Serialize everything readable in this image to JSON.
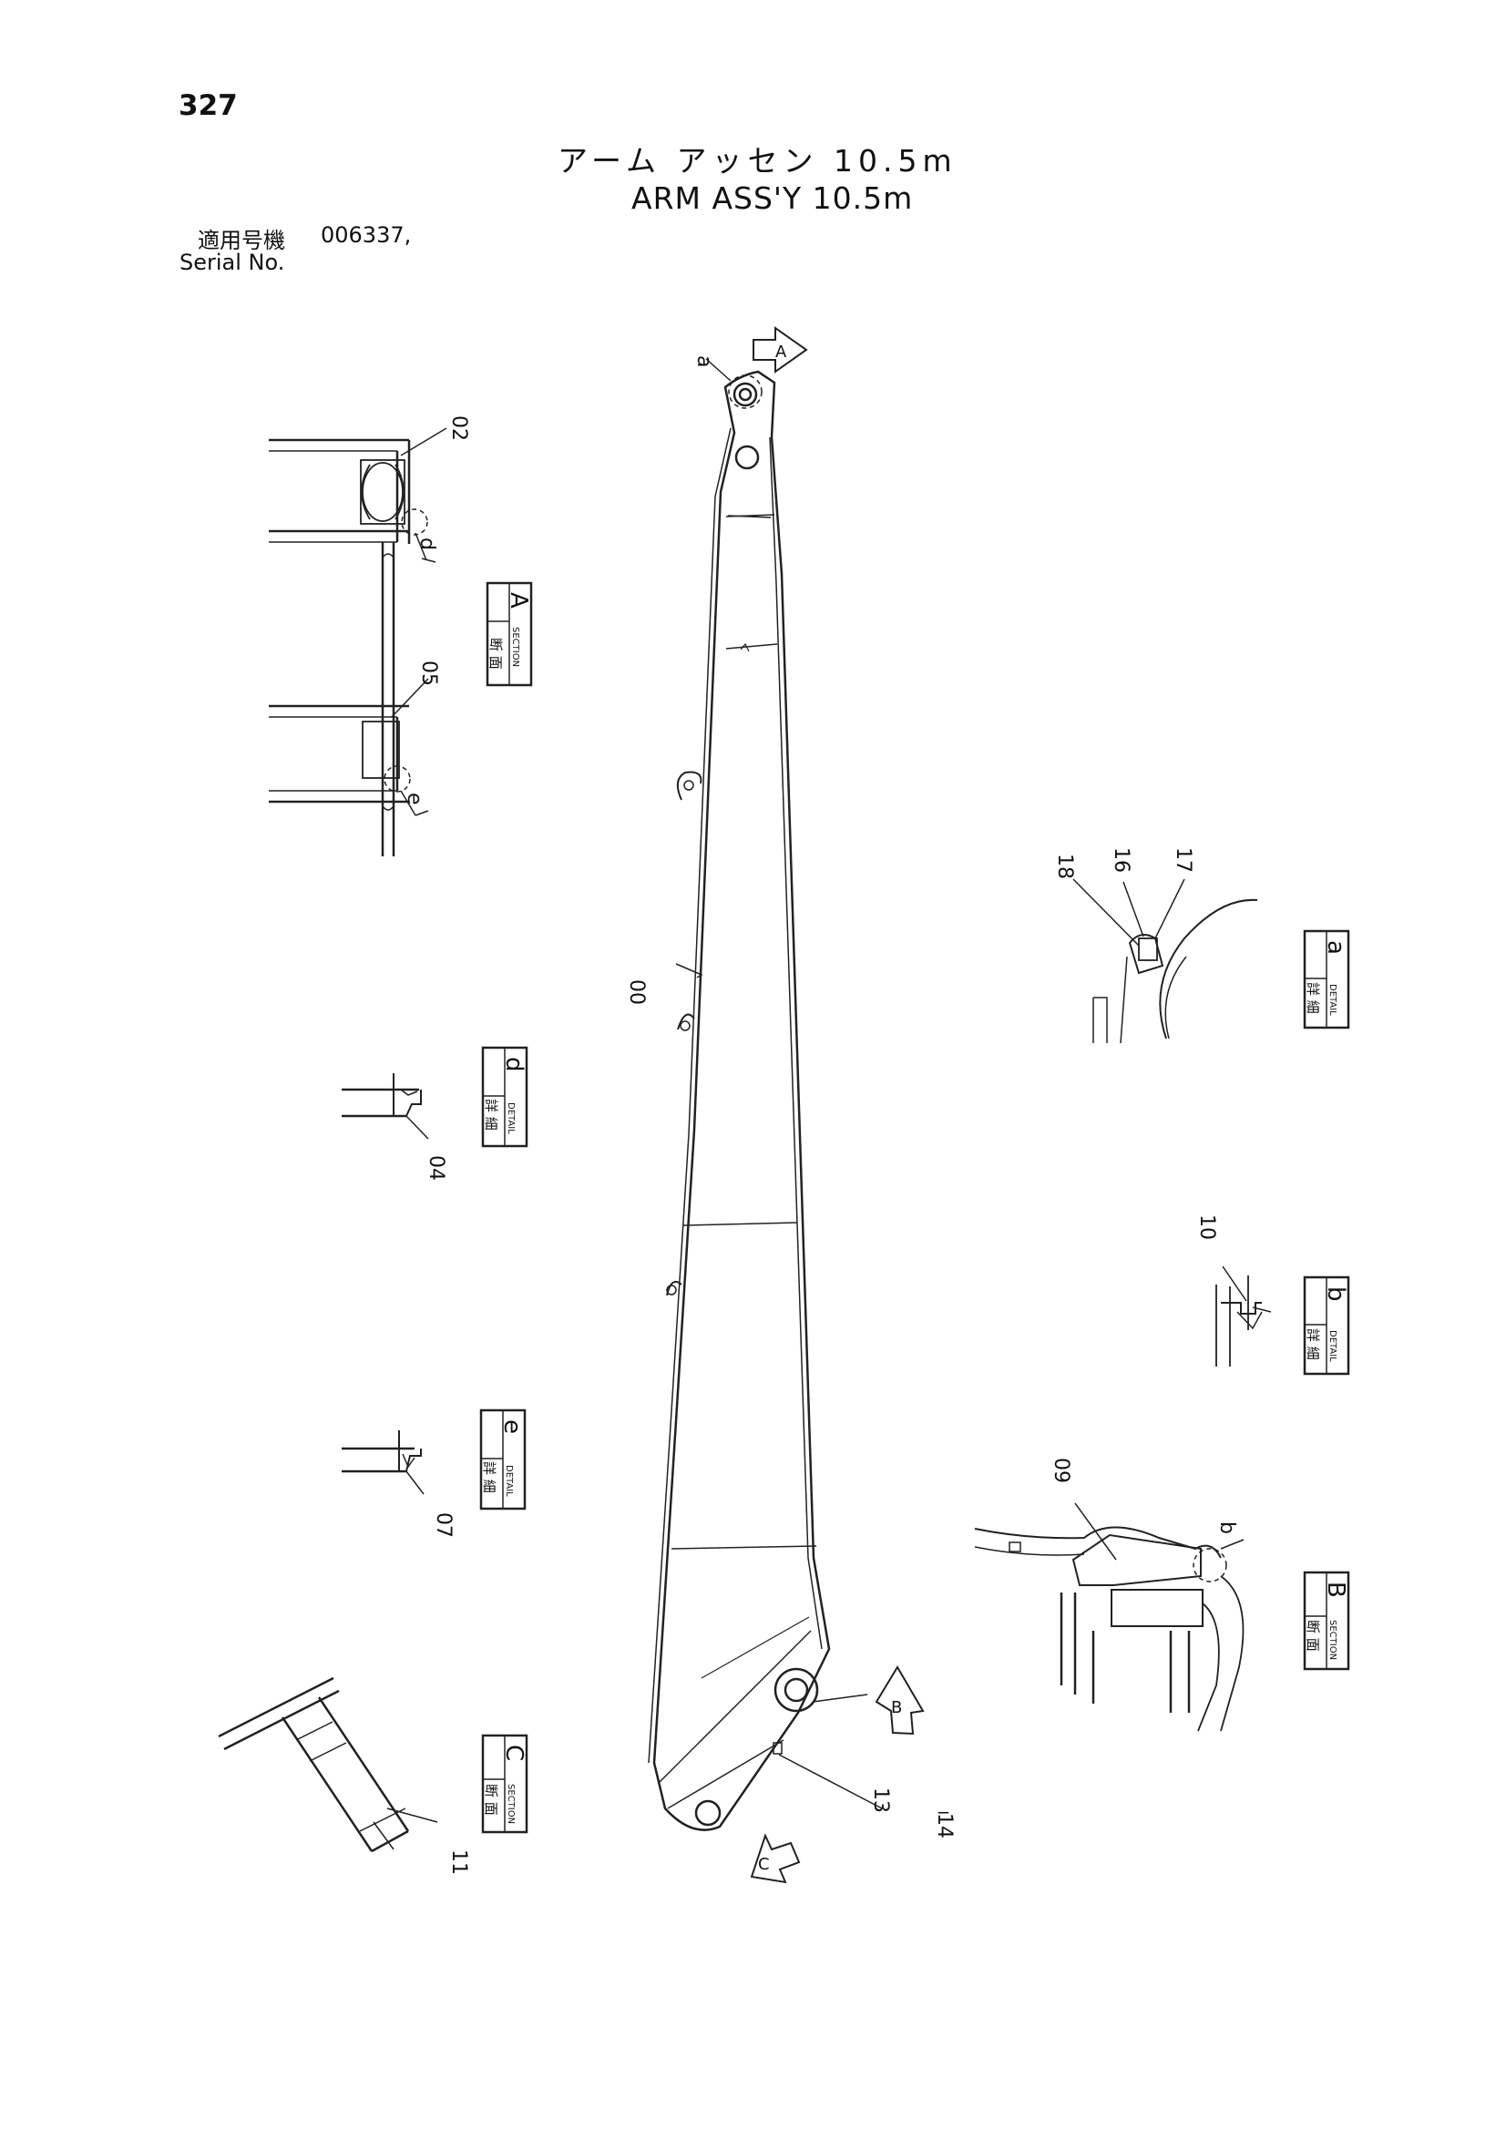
{
  "page": {
    "number": "327",
    "title_jp": "アーム アッセン 10.5m",
    "title_en": "ARM ASS'Y 10.5m",
    "applicability_label": "適用号機",
    "applicability_value": "006337,",
    "serial_label": "Serial No."
  },
  "part_callouts": [
    "00",
    "02",
    "04",
    "05",
    "07",
    "09",
    "10",
    "11",
    "13",
    "14",
    "16",
    "17",
    "18"
  ],
  "detail_refs": [
    "a",
    "b",
    "d",
    "e"
  ],
  "view_markers": [
    "A",
    "B",
    "C"
  ],
  "view_boxes": [
    {
      "jp": "断 面",
      "en": "SECTION",
      "letter": "A"
    },
    {
      "jp": "詳 細",
      "en": "DETAIL",
      "letter": "d"
    },
    {
      "jp": "詳 細",
      "en": "DETAIL",
      "letter": "e"
    },
    {
      "jp": "断 面",
      "en": "SECTION",
      "letter": "C"
    },
    {
      "jp": "詳 細",
      "en": "DETAIL",
      "letter": "a"
    },
    {
      "jp": "詳 細",
      "en": "DETAIL",
      "letter": "b"
    },
    {
      "jp": "断 面",
      "en": "SECTION",
      "letter": "B"
    }
  ]
}
